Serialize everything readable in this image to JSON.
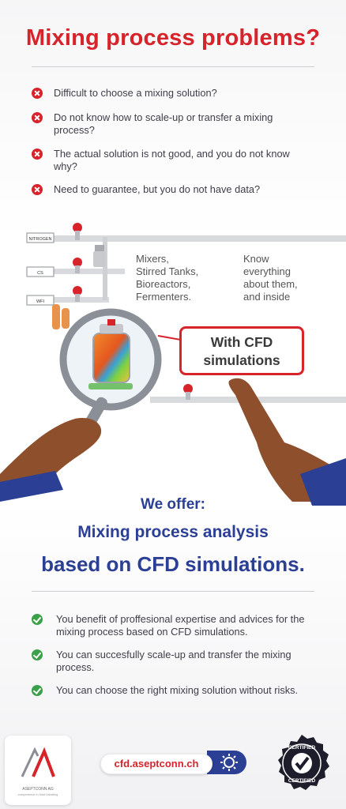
{
  "header": {
    "title": "Mixing process problems?"
  },
  "problems": [
    "Difficult to choose a mixing solution?",
    "Do not know how to scale-up or transfer a mixing process?",
    "The actual solution is not good, and you do not know why?",
    "Need to guarantee, but you do not have data?"
  ],
  "diagram": {
    "labels": {
      "nitrogen": "NITROGEN",
      "cs": "CS",
      "wfi": "WFI"
    },
    "col1": [
      "Mixers,",
      "Stirred Tanks,",
      "Bioreactors,",
      "Fermenters."
    ],
    "col2": [
      "Know",
      "everything",
      "about them,",
      "and inside"
    ],
    "callout": [
      "With CFD",
      "simulations"
    ]
  },
  "offer": {
    "line1": "We offer:",
    "line2": "Mixing process analysis",
    "line3": "based on CFD simulations."
  },
  "benefits": [
    "You benefit of proffesional expertise and advices for the mixing process based on CFD simulations.",
    "You can succesfully scale-up and transfer the mixing process.",
    "You can choose the right mixing solution without risks."
  ],
  "footer": {
    "url": "cfd.aseptconn.ch",
    "logo_name": "ASEPTCONN AG",
    "logo_tagline": "competence in fluid handling",
    "badge_text": "CERTIFIED",
    "badge_text_bottom": "CERTIFIED"
  },
  "icons": {
    "problem": "x-circle-icon",
    "benefit": "check-circle-icon",
    "web": "web-lightbulb-icon",
    "badge": "certified-check-icon"
  },
  "colors": {
    "red": "#d7232a",
    "blue": "#2b3f94",
    "green": "#3aa14a"
  }
}
